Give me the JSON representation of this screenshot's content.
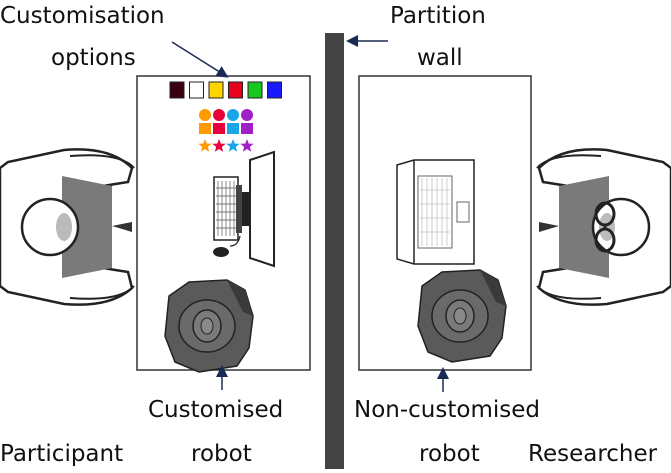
{
  "labels": {
    "customisation_line1": "Customisation",
    "customisation_line2": "options",
    "partition_line1": "Partition",
    "partition_line2": "wall",
    "customised_line1": "Customised",
    "customised_line2": "robot",
    "noncustomised_line1": "Non-customised",
    "noncustomised_line2": "robot",
    "participant": "Participant",
    "researcher": "Researcher"
  },
  "colors": {
    "swatches": [
      "#3a0010",
      "#ffffff",
      "#ffd400",
      "#e8001c",
      "#19c81e",
      "#1a1aff"
    ],
    "shape_colors": [
      "#ff9a00",
      "#e8003c",
      "#1aa6e6",
      "#a020c8"
    ],
    "wall": "#444444",
    "table_border": "#333333",
    "robot_fill": "#5a5a5a"
  },
  "icons": [
    "person-icon",
    "robot-icon",
    "monitor-icon",
    "keyboard-icon",
    "mouse-icon",
    "laptop-icon",
    "glasses-icon",
    "star-icon",
    "circle-icon",
    "square-icon"
  ]
}
